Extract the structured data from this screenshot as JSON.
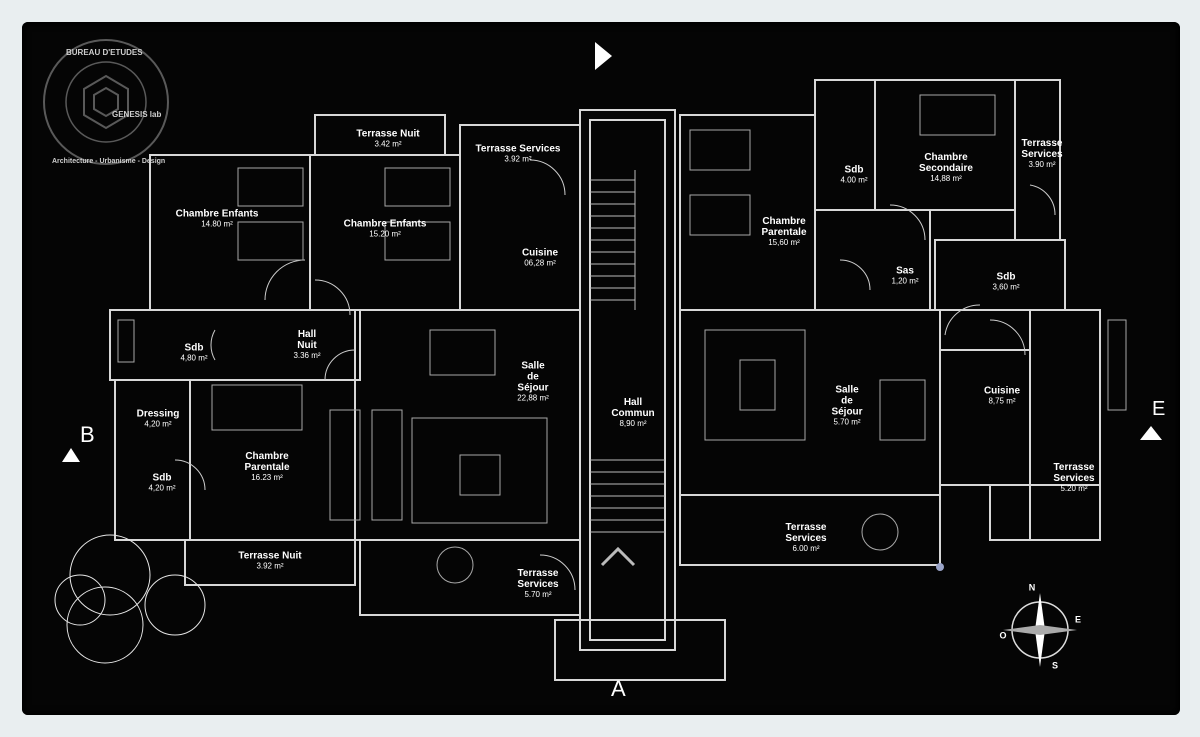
{
  "stamp": {
    "top_text": "BUREAU D'ETUDES",
    "middle_text": "GENESIS lab",
    "bottom_text": "Architecture - Urbanisme - Design"
  },
  "section_markers": {
    "a": "A",
    "b": "B",
    "e": "E"
  },
  "compass": {
    "n": "N",
    "e": "E",
    "s": "S",
    "o": "O"
  },
  "rooms": [
    {
      "name": "Terrasse Nuit",
      "area": "3.42 m²"
    },
    {
      "name": "Terrasse Services",
      "area": "3.92 m²"
    },
    {
      "name": "Chambre Enfants",
      "area": "14.80 m²"
    },
    {
      "name": "Chambre Enfants",
      "area": "15.20 m²"
    },
    {
      "name": "Cuisine",
      "area": "06,28 m²"
    },
    {
      "name": "Sdb",
      "area": "4,80 m²"
    },
    {
      "name": "Hall\nNuit",
      "area": "3.36 m²"
    },
    {
      "name": "Salle\nde\nSéjour",
      "area": "22,88 m²"
    },
    {
      "name": "Dressing",
      "area": "4,20 m²"
    },
    {
      "name": "Chambre\nParentale",
      "area": "16.23 m²"
    },
    {
      "name": "Sdb",
      "area": "4,20 m²"
    },
    {
      "name": "Terrasse Nuit",
      "area": "3.92 m²"
    },
    {
      "name": "Terrasse\nServices",
      "area": "5.70 m²"
    },
    {
      "name": "Hall\nCommun",
      "area": "8,90 m²"
    },
    {
      "name": "Chambre\nParentale",
      "area": "15,60 m²"
    },
    {
      "name": "Sdb",
      "area": "4.00 m²"
    },
    {
      "name": "Chambre\nSecondaire",
      "area": "14,88 m²"
    },
    {
      "name": "Terrasse\nServices",
      "area": "3.90 m²"
    },
    {
      "name": "Sas",
      "area": "1,20 m²"
    },
    {
      "name": "Sdb",
      "area": "3,60 m²"
    },
    {
      "name": "Salle\nde\nSéjour",
      "area": "5.70 m²"
    },
    {
      "name": "Cuisine",
      "area": "8,75 m²"
    },
    {
      "name": "Terrasse\nServices",
      "area": "5.20 m²"
    },
    {
      "name": "Terrasse\nServices",
      "area": "6.00 m²"
    }
  ]
}
